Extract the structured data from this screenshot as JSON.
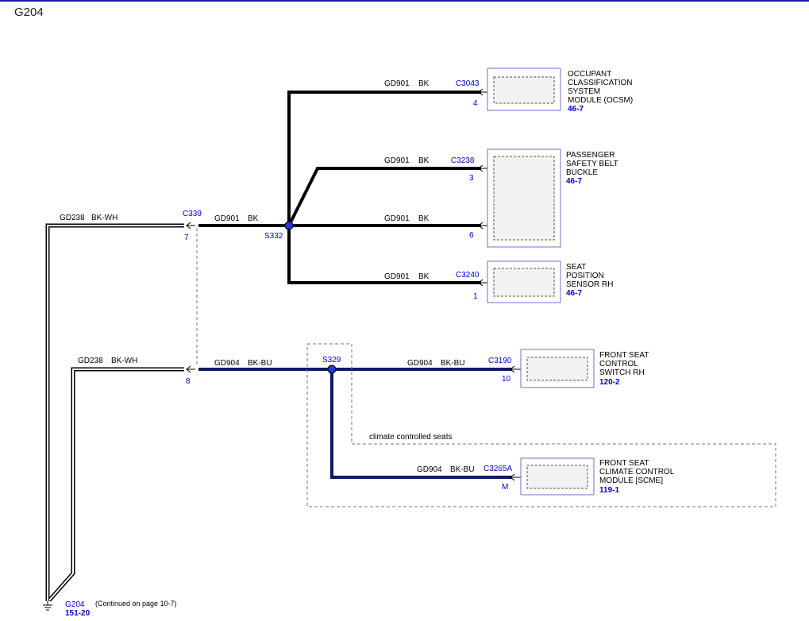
{
  "page": {
    "title": "G204"
  },
  "grounds": {
    "name": "G204",
    "ref": "151-20",
    "note": "(Continued on page 10-7)"
  },
  "left_circuits": [
    {
      "circuit": "GD238",
      "color": "BK-WH",
      "connector": "C339",
      "pin": "7"
    },
    {
      "circuit": "GD238",
      "color": "BK-WH",
      "pin": "8"
    }
  ],
  "mid_circuits": {
    "upper": {
      "circuit": "GD901",
      "color": "BK",
      "splice": "S332"
    },
    "lower": {
      "circuit": "GD904",
      "color": "BK-BU",
      "splice": "S329"
    }
  },
  "branches": [
    {
      "circuit": "GD901",
      "color": "BK",
      "connector": "C3043",
      "pin": "4"
    },
    {
      "circuit": "GD901",
      "color": "BK",
      "connector": "C3238",
      "pin": "3"
    },
    {
      "circuit": "GD901",
      "color": "BK",
      "pin": "6"
    },
    {
      "circuit": "GD901",
      "color": "BK",
      "connector": "C3240",
      "pin": "1"
    },
    {
      "circuit": "GD904",
      "color": "BK-BU",
      "connector": "C3190",
      "pin": "10"
    },
    {
      "circuit": "GD904",
      "color": "BK-BU",
      "connector": "C3265A",
      "pin": "M"
    }
  ],
  "components": [
    {
      "lines": [
        "OCCUPANT",
        "CLASSIFICATION",
        "SYSTEM",
        "MODULE (OCSM)"
      ],
      "ref": "46-7"
    },
    {
      "lines": [
        "PASSENGER",
        "SAFETY BELT",
        "BUCKLE"
      ],
      "ref": "46-7"
    },
    {
      "lines": [
        "SEAT",
        "POSITION",
        "SENSOR RH"
      ],
      "ref": "46-7"
    },
    {
      "lines": [
        "FRONT SEAT",
        "CONTROL",
        "SWITCH RH"
      ],
      "ref": "120-2"
    },
    {
      "lines": [
        "FRONT SEAT",
        "CLIMATE CONTROL",
        "MODULE [SCME]"
      ],
      "ref": "119-1"
    }
  ],
  "option_box": {
    "label": "climate controlled seats"
  },
  "colors": {
    "accent": "#0000cc",
    "wire_bk": "#000000",
    "wire_bu": "#0d1a5c",
    "box_fill": "#f2f2f2",
    "box_border": "#6f6fc8"
  }
}
